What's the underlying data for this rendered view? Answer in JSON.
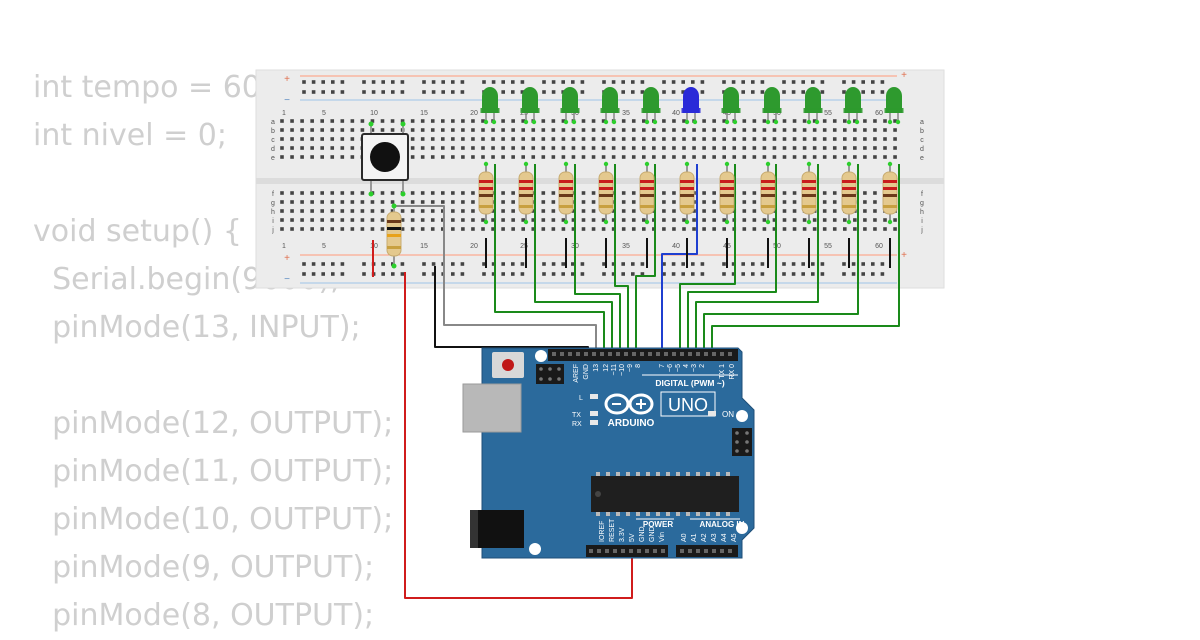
{
  "background_code": [
    "int tempo = 600;",
    "int nivel = 0;",
    "",
    "void setup() {",
    "  Serial.begin(9600);",
    "  pinMode(13, INPUT);",
    "",
    "  pinMode(12, OUTPUT);",
    "  pinMode(11, OUTPUT);",
    "  pinMode(10, OUTPUT);",
    "  pinMode(9, OUTPUT);",
    "  pinMode(8, OUTPUT);"
  ],
  "breadboard": {
    "plus_sign": "+",
    "minus_sign": "−",
    "column_numbers": [
      "1",
      "5",
      "10",
      "15",
      "20",
      "25",
      "30",
      "35",
      "40",
      "45",
      "50",
      "55",
      "60"
    ],
    "row_letters_top": [
      "a",
      "b",
      "c",
      "d",
      "e"
    ],
    "row_letters_bottom": [
      "f",
      "g",
      "h",
      "i",
      "j"
    ]
  },
  "leds": [
    {
      "color": "green"
    },
    {
      "color": "green"
    },
    {
      "color": "green"
    },
    {
      "color": "green"
    },
    {
      "color": "green"
    },
    {
      "color": "blue"
    },
    {
      "color": "green"
    },
    {
      "color": "green"
    },
    {
      "color": "green"
    },
    {
      "color": "green"
    },
    {
      "color": "green"
    }
  ],
  "arduino": {
    "brand": "ARDUINO",
    "model": "UNO",
    "digital_label": "DIGITAL (PWM ~)",
    "power_label": "POWER",
    "analog_label": "ANALOG IN",
    "on_label": "ON",
    "l_label": "L",
    "tx_label": "TX",
    "rx_label": "RX",
    "top_pin_labels": [
      "AREF",
      "GND",
      "13",
      "12",
      "~11",
      "~10",
      "~9",
      "8",
      "7",
      "~6",
      "~5",
      "4",
      "~3",
      "2",
      "TX 1",
      "RX 0"
    ],
    "power_pin_labels": [
      "IOREF",
      "RESET",
      "3.3V",
      "5V",
      "GND",
      "GND",
      "Vin"
    ],
    "analog_pin_labels": [
      "A0",
      "A1",
      "A2",
      "A3",
      "A4",
      "A5"
    ]
  },
  "colors": {
    "board_blue": "#2b6a9c",
    "wire_green": "#1a8a1a",
    "wire_red": "#d01c1c",
    "wire_blue": "#1f3fd0",
    "wire_black": "#111111",
    "wire_gray": "#888888",
    "led_green": "#2e9a2e",
    "led_blue": "#2a2ad8"
  }
}
